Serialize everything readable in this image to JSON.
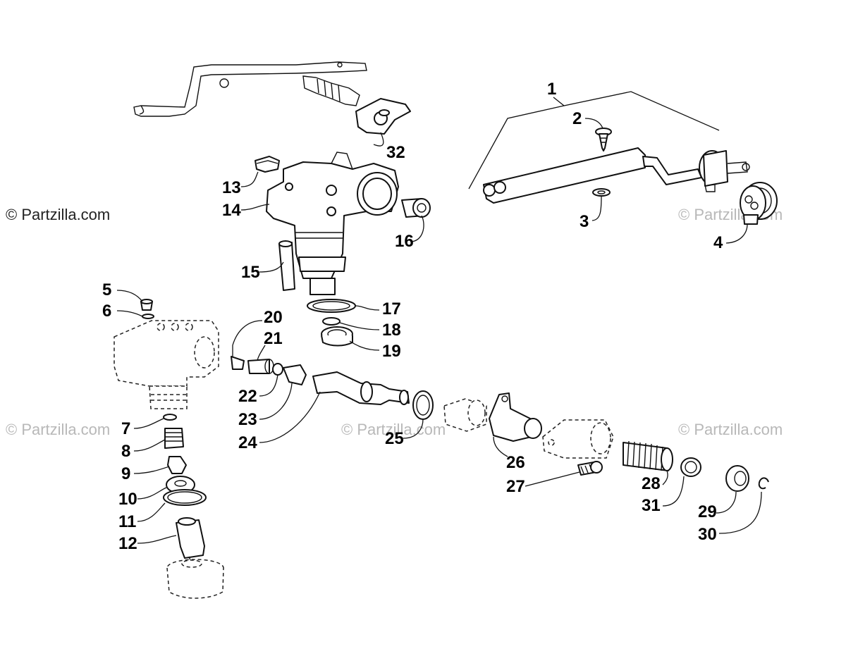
{
  "watermark": {
    "primary": "© Partzilla.com",
    "faint": "© Partzilla.com"
  },
  "callouts": [
    "1",
    "2",
    "3",
    "4",
    "5",
    "6",
    "7",
    "8",
    "9",
    "10",
    "11",
    "12",
    "13",
    "14",
    "15",
    "16",
    "17",
    "18",
    "19",
    "20",
    "21",
    "22",
    "23",
    "24",
    "25",
    "26",
    "27",
    "28",
    "29",
    "30",
    "31",
    "32"
  ],
  "colors": {
    "line": "#111111",
    "watermark": "#b8b8b8"
  }
}
